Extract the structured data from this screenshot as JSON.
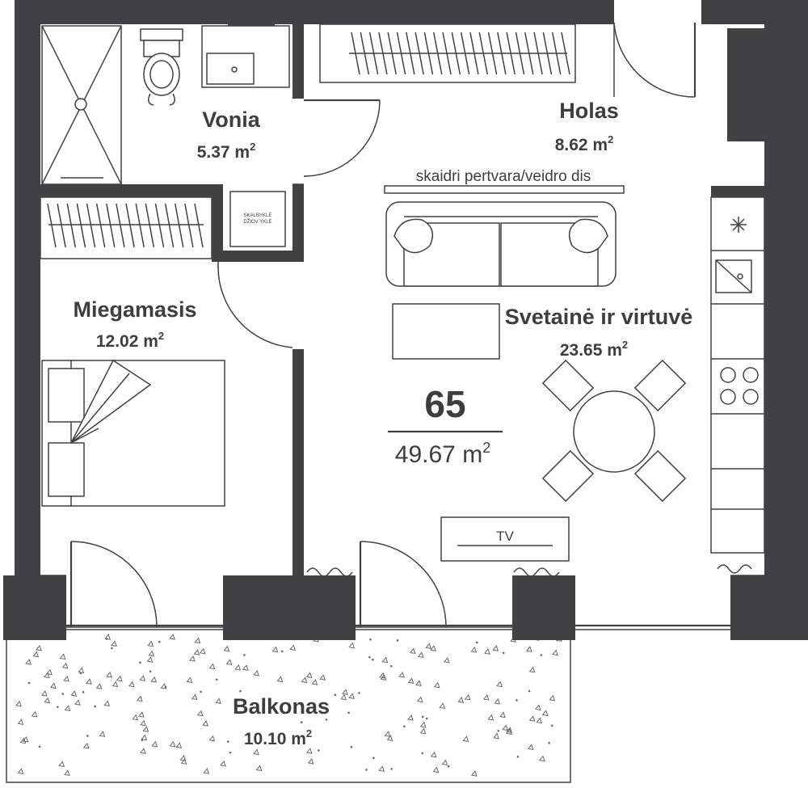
{
  "plan": {
    "apartment_number": "65",
    "apartment_area": "49.67 m",
    "rooms": {
      "vonia": {
        "name": "Vonia",
        "area": "5.37 m"
      },
      "holas": {
        "name": "Holas",
        "area": "8.62 m"
      },
      "miegamasis": {
        "name": "Miegamasis",
        "area": "12.02 m"
      },
      "svetaine": {
        "name": "Svetainė ir virtuvė",
        "area": "23.65 m"
      },
      "balkonas": {
        "name": "Balkonas",
        "area": "10.10 m"
      }
    },
    "superscript": "2",
    "partition_note": "skaidri pertvara/veidro dis",
    "washer_label_1": "SKALBYKLĖ",
    "washer_label_2": "DŽIOV YKLĖ",
    "tv_label": "TV"
  },
  "colors": {
    "wall": "#414143",
    "text": "#3e3e40",
    "background": "#ffffff"
  }
}
